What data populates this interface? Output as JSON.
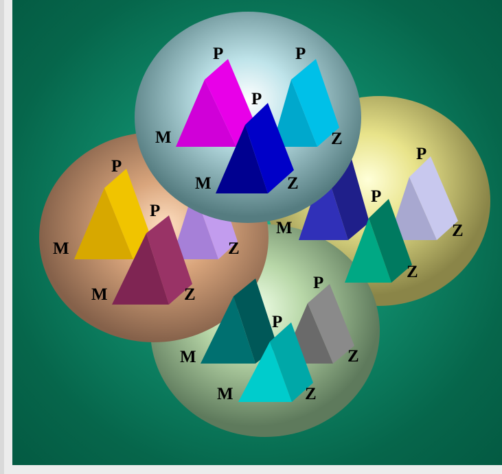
{
  "colors": {
    "panel": "#0f8a6a",
    "sphere_top": "#9fb8bb",
    "sphere_left": "#c99a73",
    "sphere_right": "#e8e38a",
    "sphere_bottom": "#b8d7a8"
  },
  "groups": [
    {
      "name": "top",
      "pyramids": [
        {
          "color": "#e000e0",
          "labels": {
            "top": "P",
            "left": "M",
            "right": ""
          }
        },
        {
          "color": "#00b7e0",
          "labels": {
            "top": "P",
            "left": "",
            "right": "Z"
          }
        },
        {
          "color": "#0000b0",
          "labels": {
            "top": "P",
            "left": "M",
            "right": "Z"
          }
        }
      ]
    },
    {
      "name": "left",
      "pyramids": [
        {
          "color": "#e0b000",
          "labels": {
            "top": "P",
            "left": "M",
            "right": ""
          }
        },
        {
          "color": "#b088e0",
          "labels": {
            "top": "",
            "left": "",
            "right": "Z"
          }
        },
        {
          "color": "#8a2a5a",
          "labels": {
            "top": "P",
            "left": "M",
            "right": "Z"
          }
        }
      ]
    },
    {
      "name": "right",
      "pyramids": [
        {
          "color": "#3030b8",
          "labels": {
            "top": "",
            "left": "M",
            "right": ""
          }
        },
        {
          "color": "#b8b8e0",
          "labels": {
            "top": "P",
            "left": "",
            "right": "Z"
          }
        },
        {
          "color": "#00a884",
          "labels": {
            "top": "P",
            "left": "",
            "right": "Z"
          }
        }
      ]
    },
    {
      "name": "bottom",
      "pyramids": [
        {
          "color": "#007070",
          "labels": {
            "top": "",
            "left": "M",
            "right": ""
          }
        },
        {
          "color": "#7a7a7a",
          "labels": {
            "top": "P",
            "left": "",
            "right": "Z"
          }
        },
        {
          "color": "#00e0e0",
          "labels": {
            "top": "P",
            "left": "M",
            "right": "Z"
          }
        }
      ]
    }
  ]
}
